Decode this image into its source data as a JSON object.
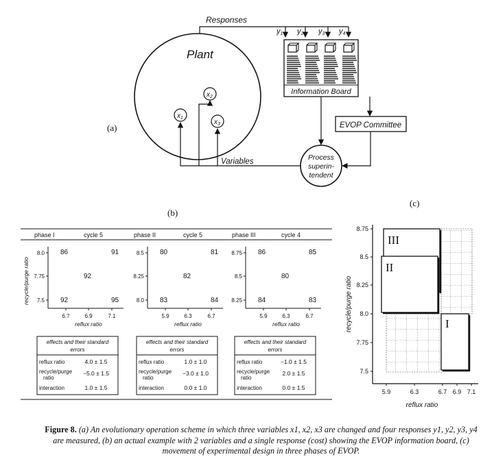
{
  "panel_a": {
    "label": "(a)",
    "plant_label": "Plant",
    "variables": [
      "x1",
      "x2",
      "x3"
    ],
    "responses_label": "Responses",
    "variables_label": "Variables",
    "responses": [
      "y1",
      "y2",
      "y3",
      "y4"
    ],
    "information_board_label": "Information Board",
    "evop_committee_label": "EVOP Committee",
    "process_superintendent_lines": [
      "Process",
      "superin-",
      "tendent"
    ]
  },
  "panel_b": {
    "label": "(b)",
    "ylabel": "recycle/purge ratio",
    "xlabel": "reflux ratio",
    "table_header": "effects and their standard errors",
    "phases": [
      {
        "phase": "phase I",
        "cycle": "cycle 5",
        "y_ticks": [
          "8.0",
          "7.75",
          "7.5"
        ],
        "x_ticks": [
          "6.7",
          "6.9",
          "7.1"
        ],
        "design": {
          "top_left": "86",
          "top_right": "91",
          "center": "92",
          "bottom_left": "92",
          "bottom_right": "95"
        },
        "effects": [
          {
            "name": "reflux ratio",
            "value": "4.0 ± 1.5"
          },
          {
            "name": "recycle/purge ratio",
            "value": "−5.0 ± 1.5"
          },
          {
            "name": "interaction",
            "value": "1.0 ± 1.5"
          }
        ]
      },
      {
        "phase": "phase II",
        "cycle": "cycle 5",
        "y_ticks": [
          "8.5",
          "8.25",
          "8.0"
        ],
        "x_ticks": [
          "5.9",
          "6.3",
          "6.7"
        ],
        "design": {
          "top_left": "80",
          "top_right": "81",
          "center": "82",
          "bottom_left": "83",
          "bottom_right": "84"
        },
        "effects": [
          {
            "name": "reflux ratio",
            "value": "1.0 ± 1.0"
          },
          {
            "name": "recycle/purge ratio",
            "value": "−3.0 ± 1.0"
          },
          {
            "name": "interaction",
            "value": "0.0 ± 1.0"
          }
        ]
      },
      {
        "phase": "phase III",
        "cycle": "cycle 4",
        "y_ticks": [
          "8.75",
          "8.5",
          "8.25"
        ],
        "x_ticks": [
          "5.9",
          "6.3",
          "6.7"
        ],
        "design": {
          "top_left": "86",
          "top_right": "85",
          "center": "80",
          "bottom_left": "84",
          "bottom_right": "83"
        },
        "effects": [
          {
            "name": "reflux ratio",
            "value": "−1.0 ± 1.5"
          },
          {
            "name": "recycle/purge ratio",
            "value": "2.0 ± 1.5"
          },
          {
            "name": "interaction",
            "value": "0.0 ± 1.5"
          }
        ]
      }
    ]
  },
  "panel_c": {
    "label": "(c)",
    "ylabel": "recycle/purge ratio",
    "xlabel": "reflux ratio",
    "y_ticks": [
      "8.75",
      "8.5",
      "8.25",
      "8.0",
      "7.75",
      "7.5"
    ],
    "x_ticks": [
      "5.9",
      "6.3",
      "6.7",
      "6.9",
      "7.1"
    ],
    "phase_labels": [
      "I",
      "II",
      "III"
    ]
  },
  "caption": {
    "lead": "Figure 8.",
    "text": "(a) An evolutionary operation scheme in which three variables x1, x2, x3 are changed and four responses y1, y2, y3, y4 are measured, (b) an actual example with 2 variables and a single response (cost) showing the EVOP information board, (c) movement of experimental design in three phases of EVOP."
  }
}
